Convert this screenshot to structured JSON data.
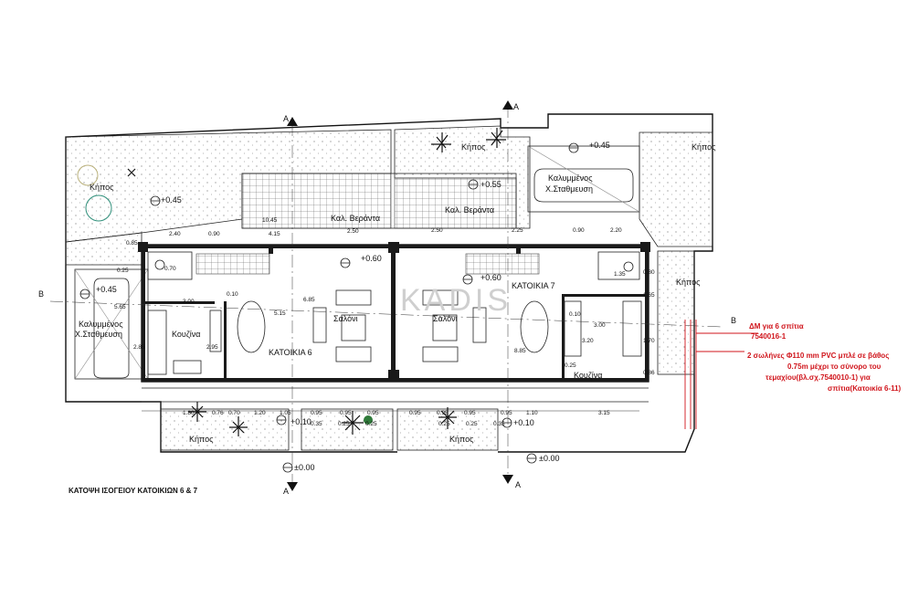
{
  "title": "ΚΑΤΟΨΗ ΙΣΟΓΕΙΟΥ ΚΑΤΟΙΚΙΩΝ 6 & 7",
  "watermark": "KADIS",
  "section_marks": {
    "a": "A",
    "b": "B"
  },
  "rooms": {
    "kipos": "Κήπος",
    "veranda": "Καλ. Βεράντα",
    "parking_line1": "Καλυμμένος",
    "parking_line2": "Χ.Σταθμευση",
    "kouzina": "Κουζίνα",
    "saloni": "Σαλόνι",
    "katoikia6": "ΚΑΤΟΙΚΙΑ 6",
    "katoikia7": "ΚΑΤΟΙΚΙΑ 7"
  },
  "levels": {
    "l045": "+0.45",
    "l060": "+0.60",
    "l055": "+0.55",
    "l010": "+0.10",
    "l000": "±0.00"
  },
  "dims": {
    "d240": "2.40",
    "d090": "0.90",
    "d415": "4.15",
    "d1045": "10.45",
    "d250": "2.50",
    "d025": "0.25",
    "d085": "0.85",
    "d070": "0.70",
    "d300": "3.00",
    "d010": "0.10",
    "d685": "6.85",
    "d515": "5.15",
    "d565": "5.65",
    "d285": "2.85",
    "d225": "2.25",
    "d220": "2.20",
    "d135": "1.35",
    "d165": "1.65",
    "d320": "3.20",
    "d315": "3.15",
    "d095": "0.95",
    "d110": "1.10",
    "d105": "1.05",
    "d035": "0.35",
    "d180": "1.80",
    "d076": "0.76",
    "d120": "1.20",
    "d885": "8.85",
    "d170": "1.70",
    "d080": "0.80",
    "d086": "0.86",
    "d295": "2.95"
  },
  "notes": {
    "dm_line1": "ΔΜ για 6 σπίτια",
    "dm_line2": "7540016-1",
    "pipe_line1": "2 σωλήνες Φ110 mm PVC μπλέ σε βάθος",
    "pipe_line2": "0.75m μέχρι το σύνορο του",
    "pipe_line3": "τεμαχίου(βλ.σχ.7540010-1) για",
    "pipe_line4": "σπίτια(Κατοικία 6-11)"
  }
}
